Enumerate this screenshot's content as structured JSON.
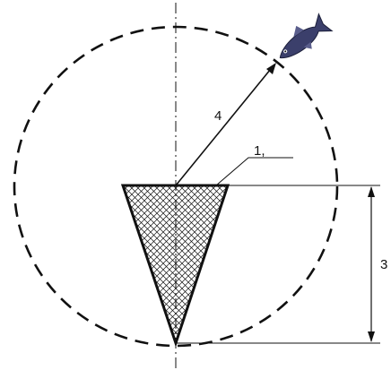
{
  "diagram": {
    "labels": {
      "net": "1,",
      "depth": "3",
      "vector": "4"
    },
    "icons": {
      "fish": "fish-icon",
      "arrowhead": "arrowhead-icon"
    },
    "colors": {
      "line": "#111111",
      "fish_body": "#3b3f6b",
      "fish_fin": "#5a5e8c"
    }
  }
}
